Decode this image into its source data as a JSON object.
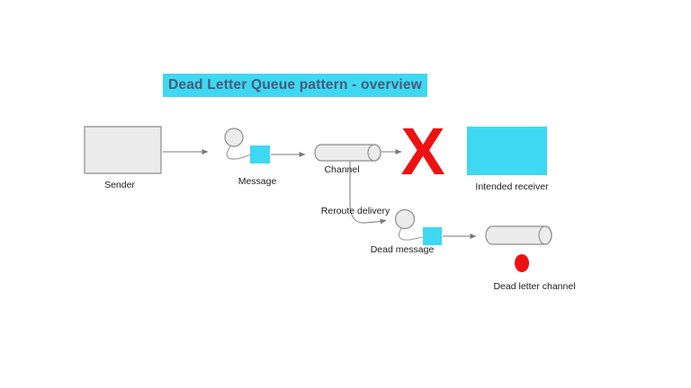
{
  "title": {
    "text": "Dead Letter Queue pattern - overview"
  },
  "labels": {
    "sender": "Sender",
    "message": "Message",
    "channel": "Channel",
    "intended_receiver": "Intended receiver",
    "reroute_delivery": "Reroute delivery",
    "dead_message": "Dead message",
    "dead_letter_channel": "Dead letter channel"
  },
  "marks": {
    "failure_glyph": "X"
  },
  "colors": {
    "accent_cyan": "#3ed8f2",
    "title_text": "#4a5a78",
    "error_red": "#ee1111",
    "shape_fill": "#ececec",
    "shape_stroke": "#8c8c8c",
    "connector": "#7a7a7a",
    "label_text": "#1c1c1c",
    "background": "#ffffff"
  }
}
